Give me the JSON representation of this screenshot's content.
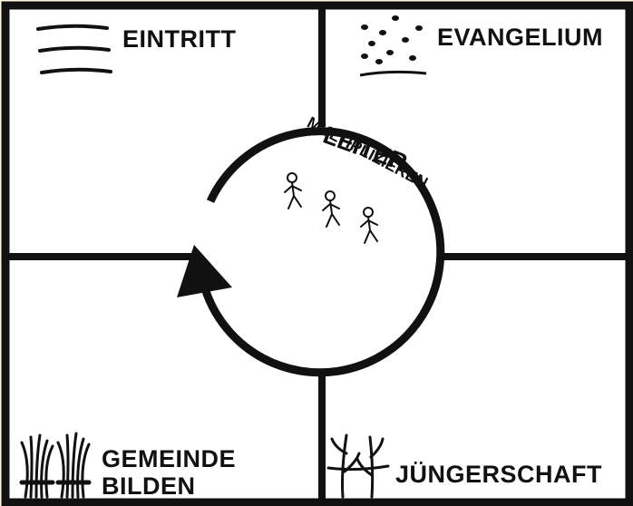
{
  "quadrants": {
    "top_left": {
      "label": "EINTRITT",
      "icon": "lines-icon"
    },
    "top_right": {
      "label": "EVANGELIUM",
      "icon": "seeds-icon"
    },
    "bottom_left": {
      "label_line1": "GEMEINDE",
      "label_line2": "BILDEN",
      "icon": "wheat-bundles-icon"
    },
    "bottom_right": {
      "label": "JÜNGERSCHAFT",
      "icon": "sprouts-icon"
    }
  },
  "center": {
    "title": "LEITER",
    "subtitle": "MULTIPLIZIEREN",
    "icon": "walking-people-icon"
  },
  "colors": {
    "background": "#fffbe0",
    "ink": "#111111",
    "panel": "#ffffff"
  }
}
